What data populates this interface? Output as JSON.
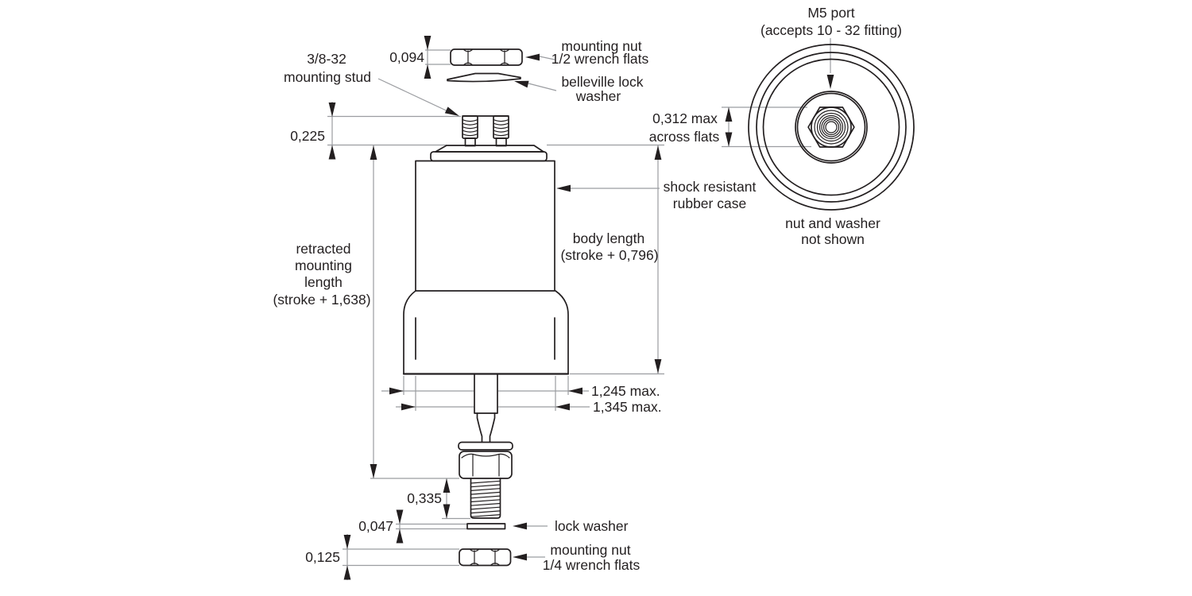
{
  "colors": {
    "object_line": "#231f20",
    "dimension_line": "#9b9da1",
    "background": "#ffffff"
  },
  "labels": {
    "stud": {
      "l1": "3/8-32",
      "l2": "mounting stud"
    },
    "nut_top": {
      "l1": "mounting nut",
      "l2": "1/2 wrench flats"
    },
    "belleville": {
      "l1": "belleville lock",
      "l2": "washer"
    },
    "retracted": {
      "l1": "retracted",
      "l2": "mounting",
      "l3": "length",
      "l4": "(stroke + 1,638)"
    },
    "body_length": {
      "l1": "body length",
      "l2": "(stroke + 0,796)"
    },
    "shock_case": {
      "l1": "shock resistant",
      "l2": "rubber case"
    },
    "lock_washer": {
      "l1": "lock washer"
    },
    "nut_bottom": {
      "l1": "mounting nut",
      "l2": "1/4 wrench flats"
    },
    "m5_port": {
      "l1": "M5 port",
      "l2": "(accepts 10 - 32 fitting)"
    },
    "across_flats": {
      "l1": "0,312 max",
      "l2": "across flats"
    },
    "nut_washer_note": {
      "l1": "nut and washer",
      "l2": "not shown"
    }
  },
  "dimensions": {
    "d_0094": "0,094",
    "d_0225": "0,225",
    "d_1245": "1,245 max.",
    "d_1345": "1,345 max.",
    "d_0335": "0,335",
    "d_0047": "0,047",
    "d_0125": "0,125"
  }
}
